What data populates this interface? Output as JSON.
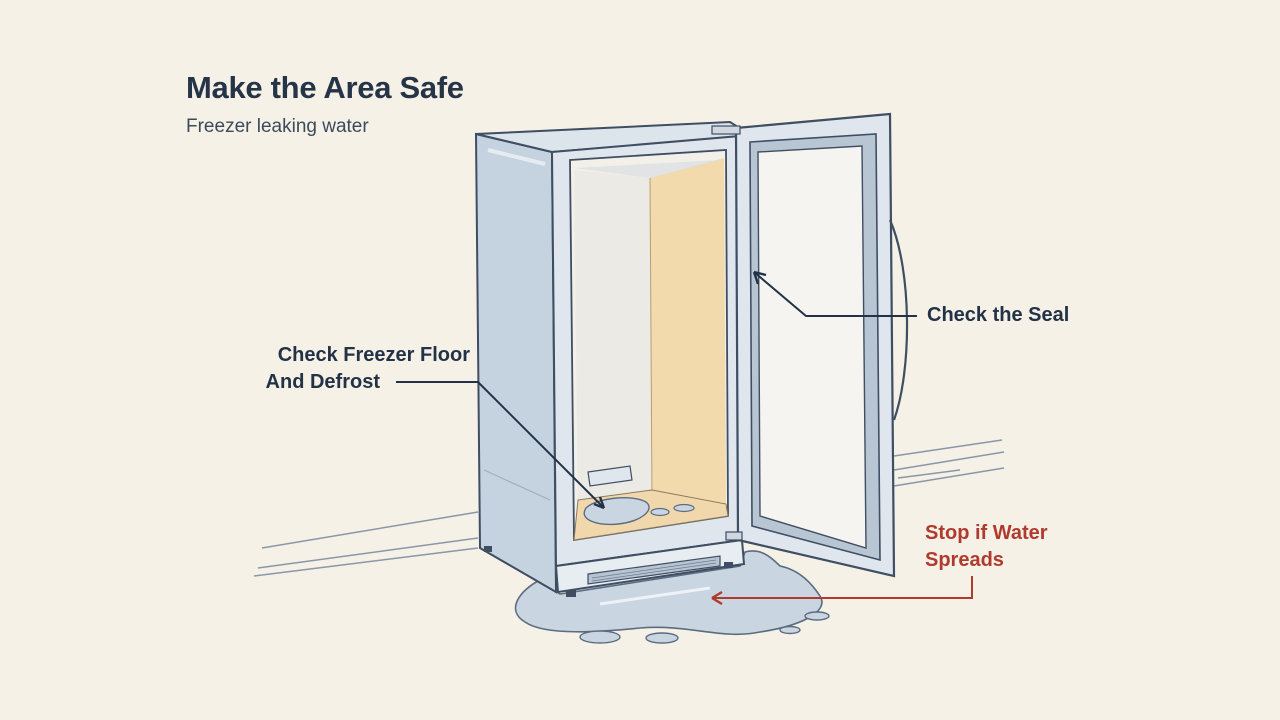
{
  "header": {
    "title": "Make the Area Safe",
    "subtitle": "Freezer leaking water"
  },
  "callouts": {
    "floor_line1": "Check Freezer Floor",
    "floor_line2": "And Defrost",
    "seal": "Check the Seal",
    "water_line1": "Stop if Water",
    "water_line2": "Spreads"
  },
  "colors": {
    "background": "#f5f1e7",
    "text_dark": "#263447",
    "warning_red": "#b03a2e",
    "freezer_body": "#c5d2df",
    "interior_warm": "#f2d7a6",
    "water": "#c9d6e2"
  }
}
